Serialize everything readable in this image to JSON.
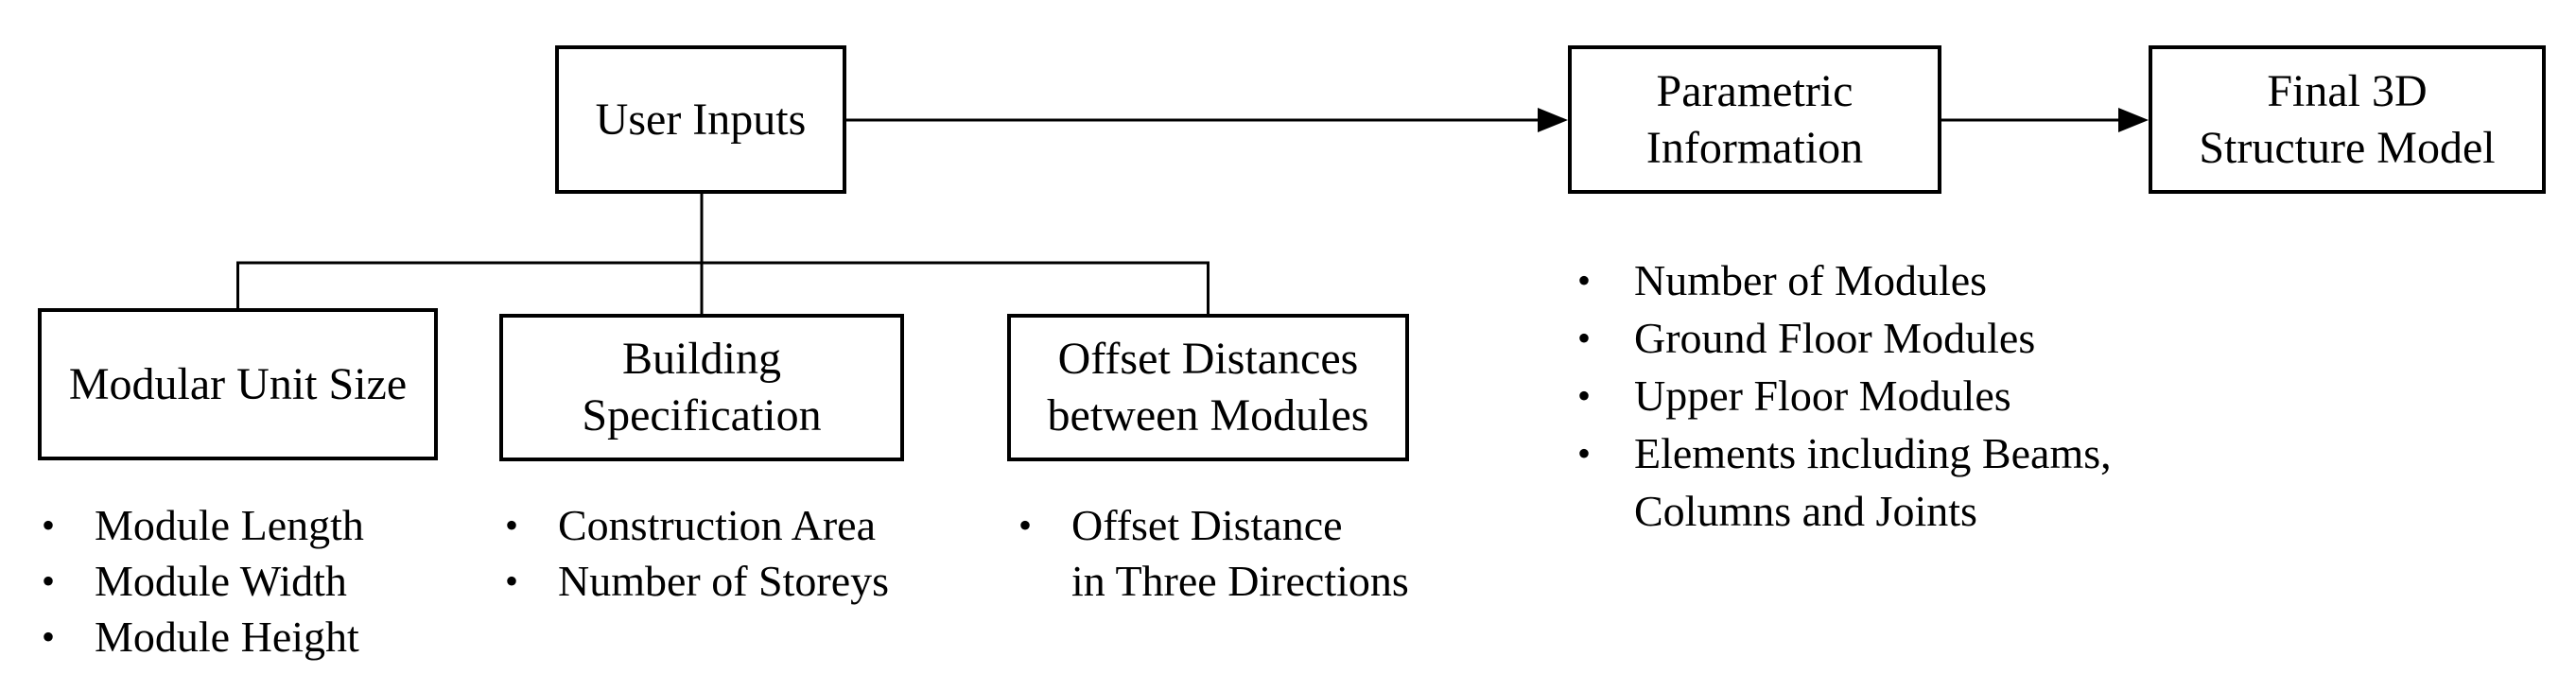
{
  "diagram": {
    "colors": {
      "background": "#ffffff",
      "line": "#000000",
      "text": "#000000",
      "box_fill": "#ffffff"
    },
    "bullet_char": "•",
    "boxes": {
      "user_inputs": {
        "label": "User Inputs"
      },
      "parametric_information": {
        "label": "Parametric\nInformation"
      },
      "final_3d_structure_model": {
        "label": "Final 3D\nStructure Model"
      },
      "modular_unit_size": {
        "label": "Modular Unit Size"
      },
      "building_specification": {
        "label": "Building\nSpecification"
      },
      "offset_distances": {
        "label": "Offset Distances\nbetween Modules"
      }
    },
    "lists": {
      "modular_unit_size": {
        "items": [
          "Module Length",
          "Module Width",
          "Module Height"
        ]
      },
      "building_specification": {
        "items": [
          "Construction Area",
          "Number of Storeys"
        ]
      },
      "offset_distances": {
        "items": [
          "Offset Distance\nin Three Directions"
        ]
      },
      "parametric_information": {
        "items": [
          "Number of Modules",
          "Ground Floor Modules",
          "Upper Floor Modules",
          "Elements including Beams,\nColumns and Joints"
        ]
      }
    }
  }
}
